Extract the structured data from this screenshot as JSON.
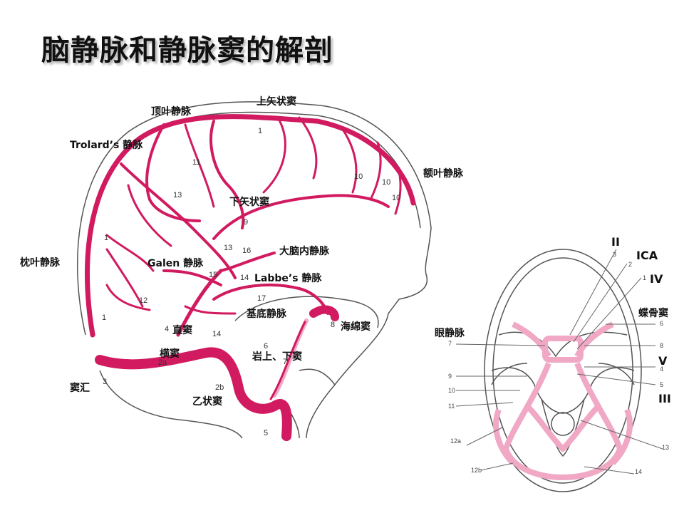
{
  "title": "脑静脉和静脉窦的解剖",
  "colors": {
    "vein": "#d11a5f",
    "vein_light": "#f0a8c4",
    "outline": "#555555"
  },
  "sagittal": {
    "labels": {
      "superior_sagittal_sinus": "上矢状窦",
      "parietal_veins": "顶叶静脉",
      "trolard_vein": "Trolard’s 静脉",
      "frontal_veins": "额叶静脉",
      "inferior_sagittal_sinus": "下矢状窦",
      "occipital_veins": "枕叶静脉",
      "galen_vein": "Galen 静脉",
      "internal_cerebral_vein": "大脑内静脉",
      "labbe_vein": "Labbe’s 静脉",
      "basal_vein": "基底静脉",
      "straight_sinus": "直窦",
      "cavernous_sinus": "海绵窦",
      "transverse_sinus": "横窦",
      "petrosal_sinuses": "岩上、下窦",
      "confluence": "窦汇",
      "sigmoid_sinus": "乙状窦"
    },
    "numbers": [
      "1",
      "11",
      "13",
      "10",
      "10",
      "10",
      "9",
      "13",
      "16",
      "1",
      "15",
      "14",
      "12",
      "17",
      "1",
      "4",
      "14",
      "6",
      "8",
      "7",
      "2a",
      "2b",
      "3",
      "5"
    ]
  },
  "axial": {
    "labels": {
      "ii": "II",
      "ica": "ICA",
      "iv": "IV",
      "sphenoid_sinus": "蝶骨窦",
      "ophthalmic_vein": "眼静脉",
      "v": "V",
      "iii": "III"
    },
    "numbers": [
      "3",
      "2",
      "1",
      "6",
      "7",
      "8",
      "4",
      "5",
      "9",
      "10",
      "11",
      "12a",
      "12b",
      "13",
      "14"
    ]
  }
}
